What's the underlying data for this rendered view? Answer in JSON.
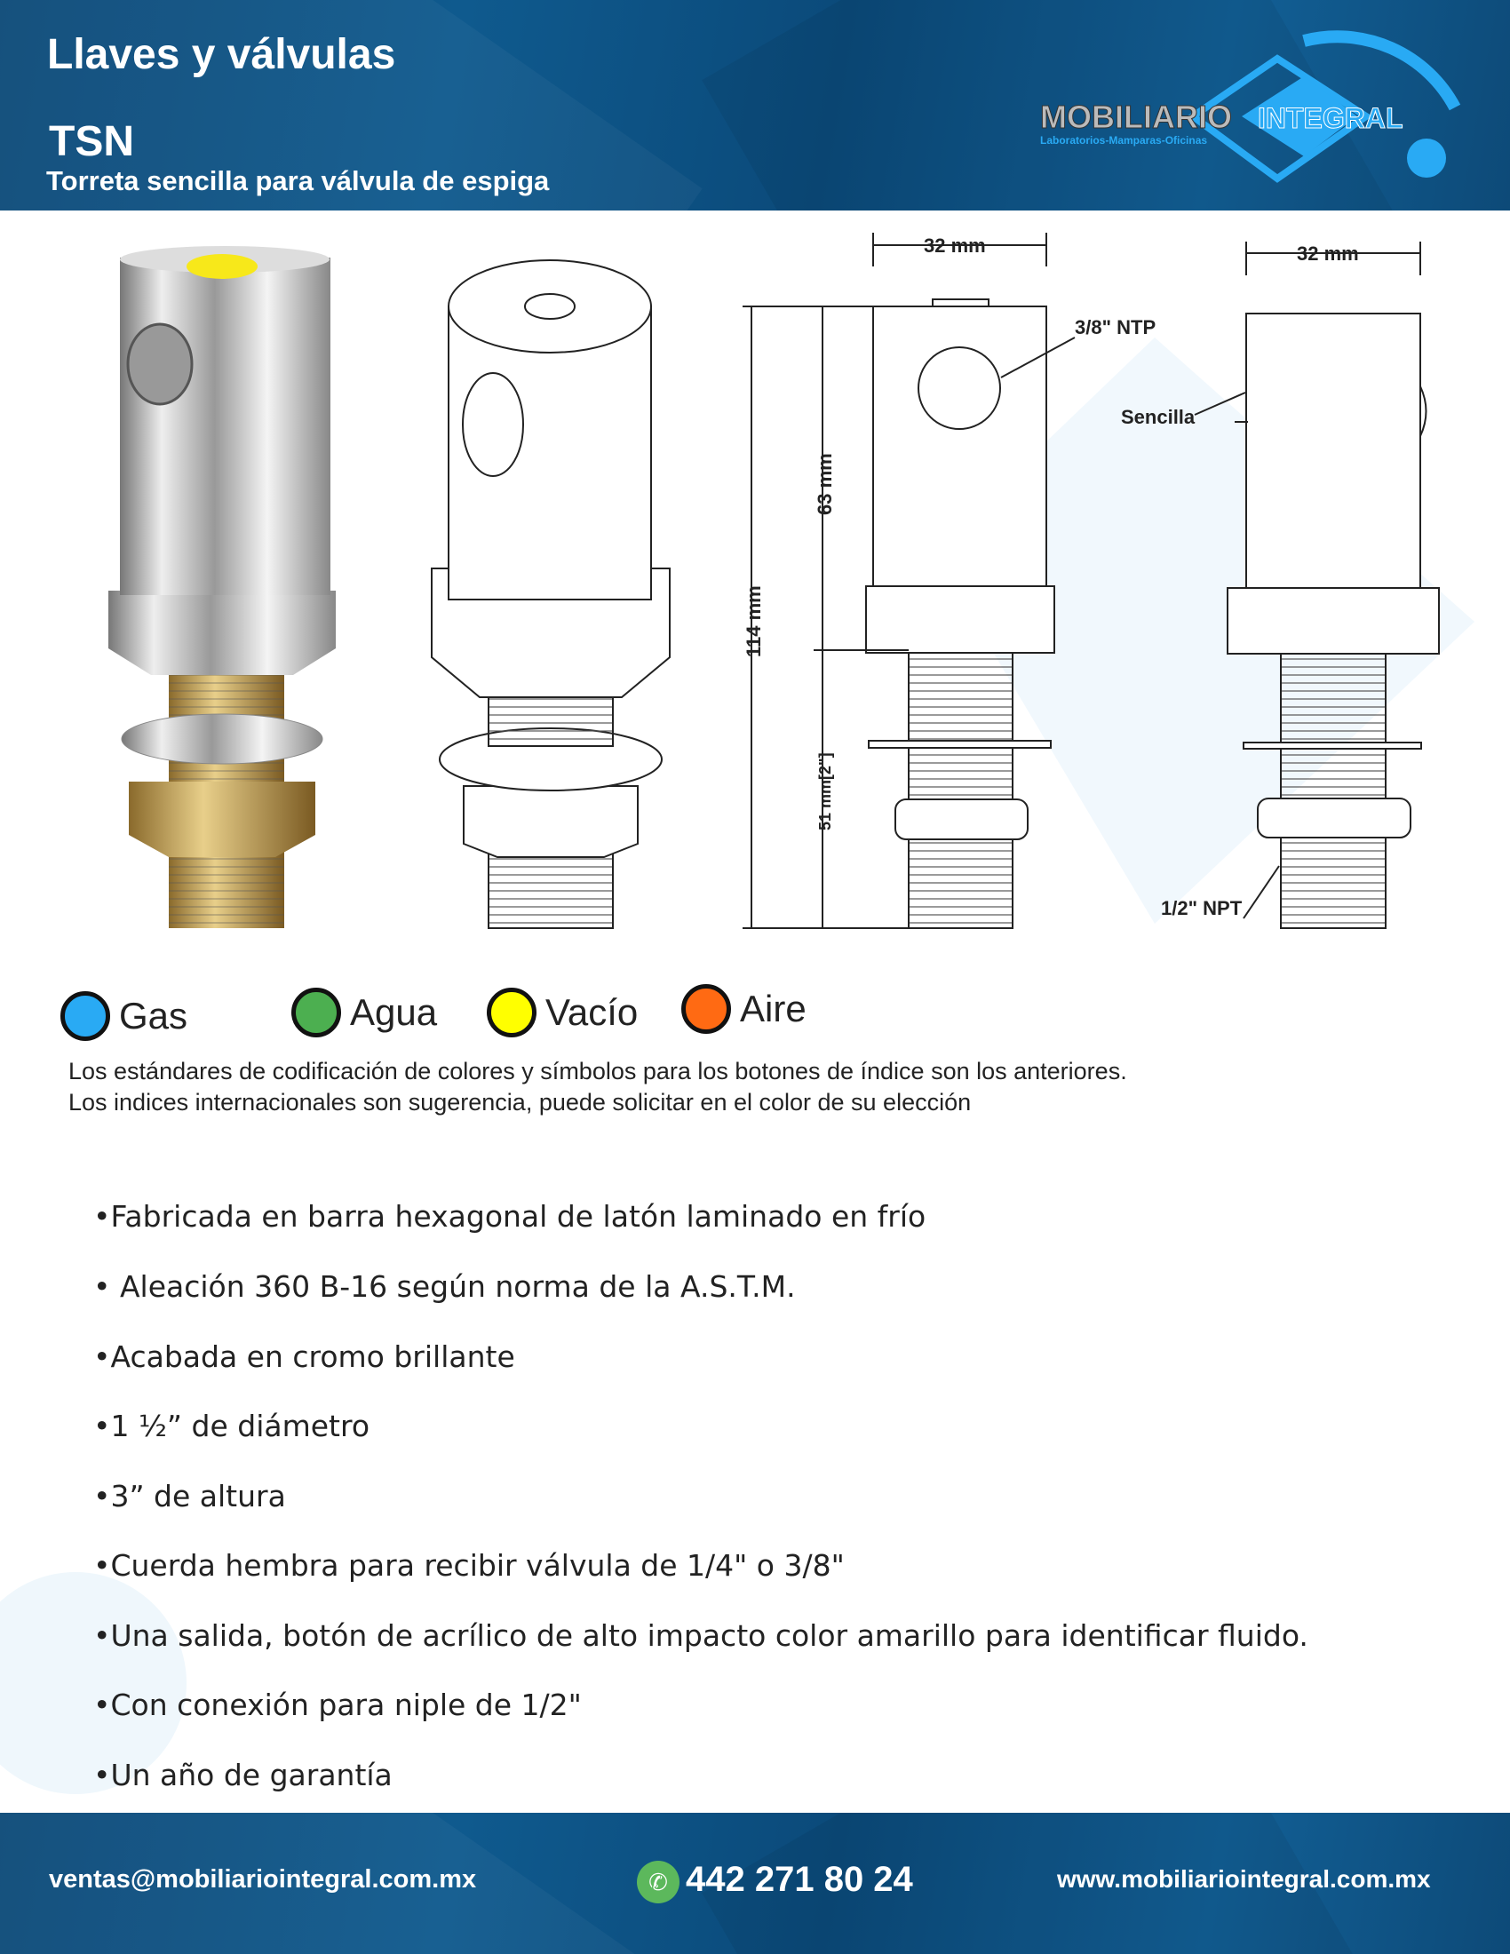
{
  "header": {
    "title": "Llaves y válvulas",
    "code": "TSN",
    "subtitle": "Torreta sencilla para válvula de espiga",
    "logo_text": "MOBILIARIO INTEGRAL",
    "logo_tagline": "Laboratorios-Mamparas-Oficinas"
  },
  "drawing": {
    "width_front": "32 mm",
    "width_side": "32 mm",
    "thread_top": "3/8\" NTP",
    "side_label": "Sencilla",
    "total_height": "114 mm",
    "body_height": "63 mm",
    "thread_height": "51 mm[2\"]",
    "thread_bottom": "1/2\" NPT"
  },
  "legend": [
    {
      "label": "Gas",
      "color": "#29aaf4"
    },
    {
      "label": "Agua",
      "color": "#4caf50"
    },
    {
      "label": "Vacío",
      "color": "#ffff00"
    },
    {
      "label": "Aire",
      "color": "#ff6a13"
    }
  ],
  "notes": [
    "Los estándares de codificación de colores y símbolos para los botones de índice son los anteriores.",
    "Los indices internacionales son sugerencia, puede solicitar en el color de su elección"
  ],
  "features": [
    "•Fabricada en barra hexagonal de latón laminado en frío",
    "• Aleación 360 B-16 según norma de la A.S.T.M.",
    "•Acabada en cromo brillante",
    "•1 ½” de diámetro",
    "•3” de altura",
    "•Cuerda hembra para recibir válvula de 1/4\" o 3/8\"",
    "•Una salida, botón de acrílico de alto impacto color amarillo para identificar fluido.",
    "•Con conexión para niple de 1/2\"",
    "•Un año de garantía"
  ],
  "footer": {
    "email": "ventas@mobiliariointegral.com.mx",
    "phone": "442 271 80 24",
    "website": "www.mobiliariointegral.com.mx"
  }
}
